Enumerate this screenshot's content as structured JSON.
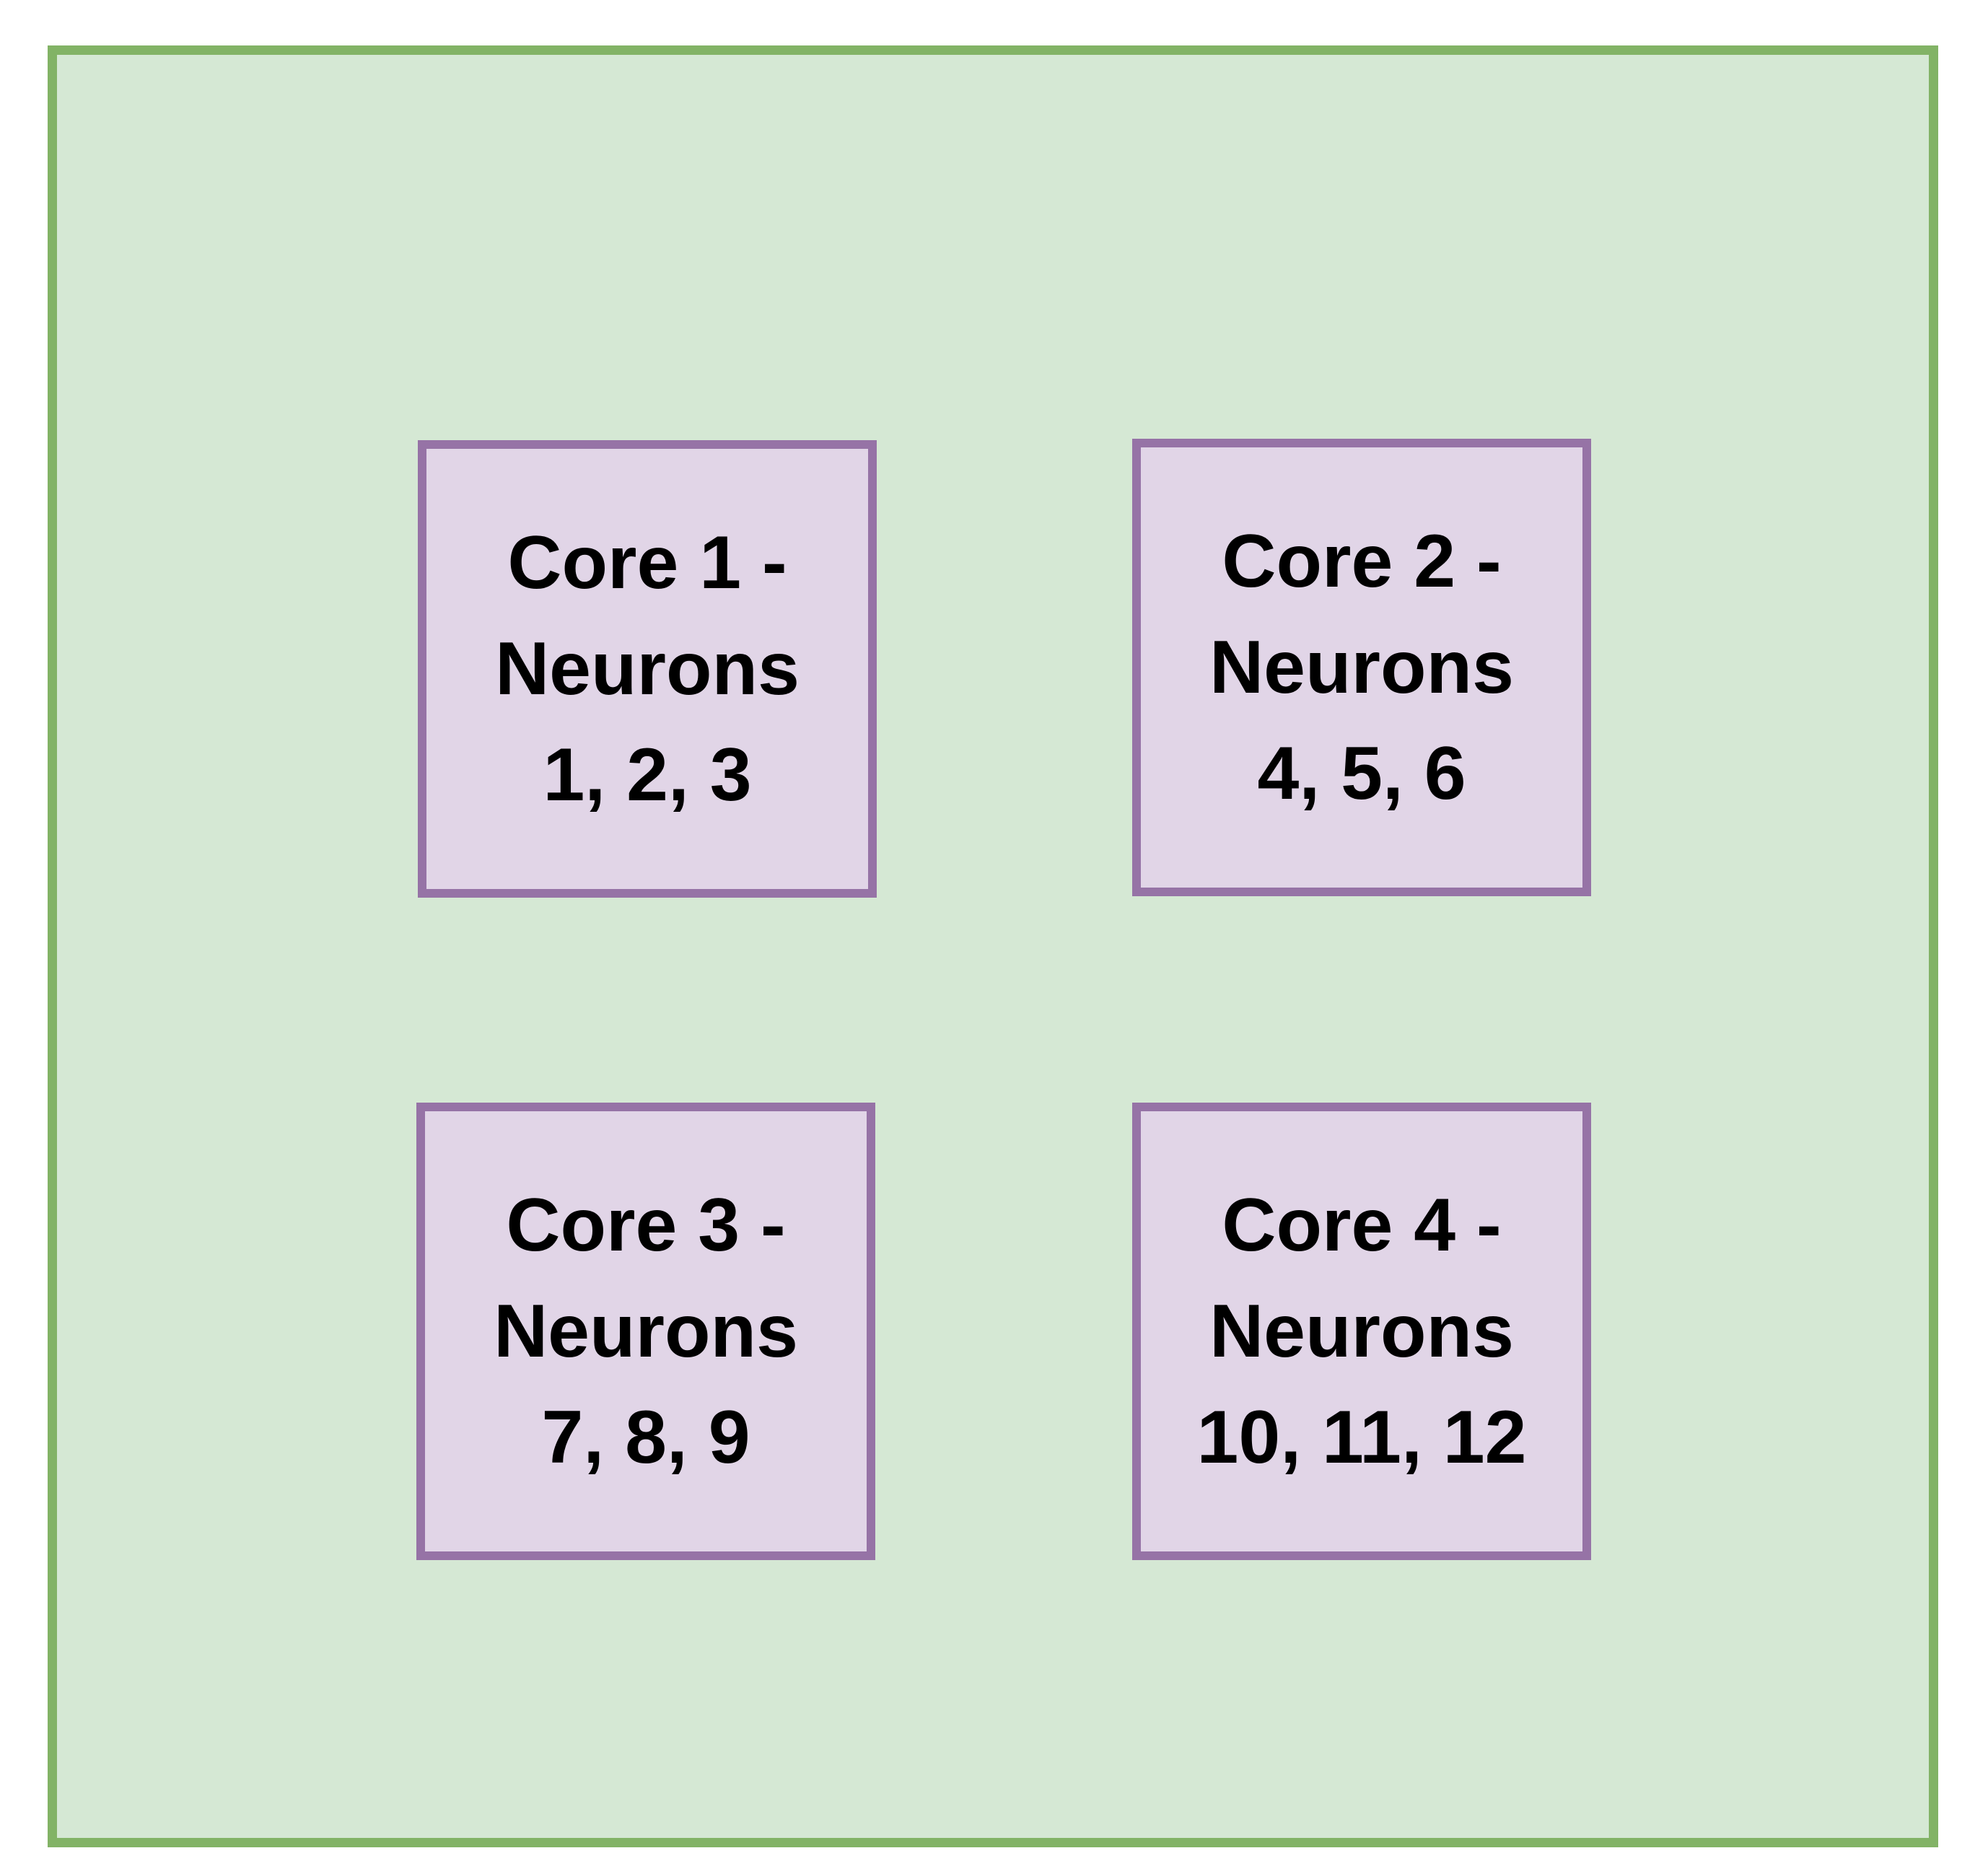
{
  "diagram": {
    "colors": {
      "container_fill": "#d5e8d4",
      "container_border": "#82b366",
      "core_fill": "#e1d5e7",
      "core_border": "#9673a6",
      "text": "#000000",
      "page_background": "#ffffff"
    },
    "cores": [
      {
        "lines": [
          "Core 1 -",
          "Neurons",
          "1, 2, 3"
        ]
      },
      {
        "lines": [
          "Core 2 -",
          "Neurons",
          "4, 5, 6"
        ]
      },
      {
        "lines": [
          "Core 3 -",
          "Neurons",
          "7, 8, 9"
        ]
      },
      {
        "lines": [
          "Core 4 -",
          "Neurons",
          "10, 11, 12"
        ]
      }
    ]
  }
}
